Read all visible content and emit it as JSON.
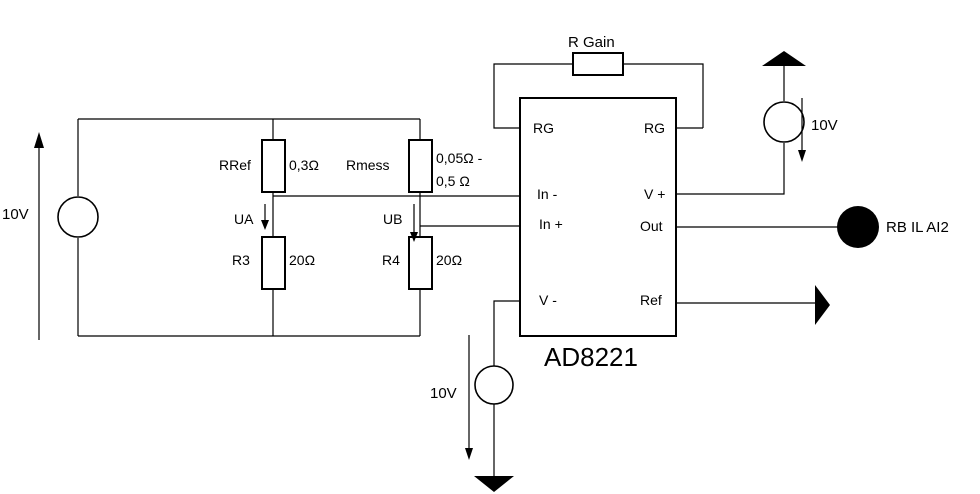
{
  "source_left": {
    "voltage": "10V"
  },
  "resistors": {
    "rref": {
      "name": "RRef",
      "value": "0,3Ω"
    },
    "rmess": {
      "name": "Rmess",
      "value_line1": "0,05Ω -",
      "value_line2": "0,5 Ω"
    },
    "r3": {
      "name": "R3",
      "value": "20Ω"
    },
    "r4": {
      "name": "R4",
      "value": "20Ω"
    },
    "rgain": {
      "name": "R  Gain"
    }
  },
  "voltages": {
    "ua": "UA",
    "ub": "UB"
  },
  "amplifier": {
    "name": "AD8221",
    "pins": {
      "rg_left": "RG",
      "rg_right": "RG",
      "in_minus": "In -",
      "in_plus": "In +",
      "v_minus": "V -",
      "v_plus": "V +",
      "out": "Out",
      "ref": "Ref"
    }
  },
  "supply_pos": {
    "voltage": "10V"
  },
  "supply_neg": {
    "voltage": "10V"
  },
  "output_node": {
    "label": "RB IL AI2"
  }
}
